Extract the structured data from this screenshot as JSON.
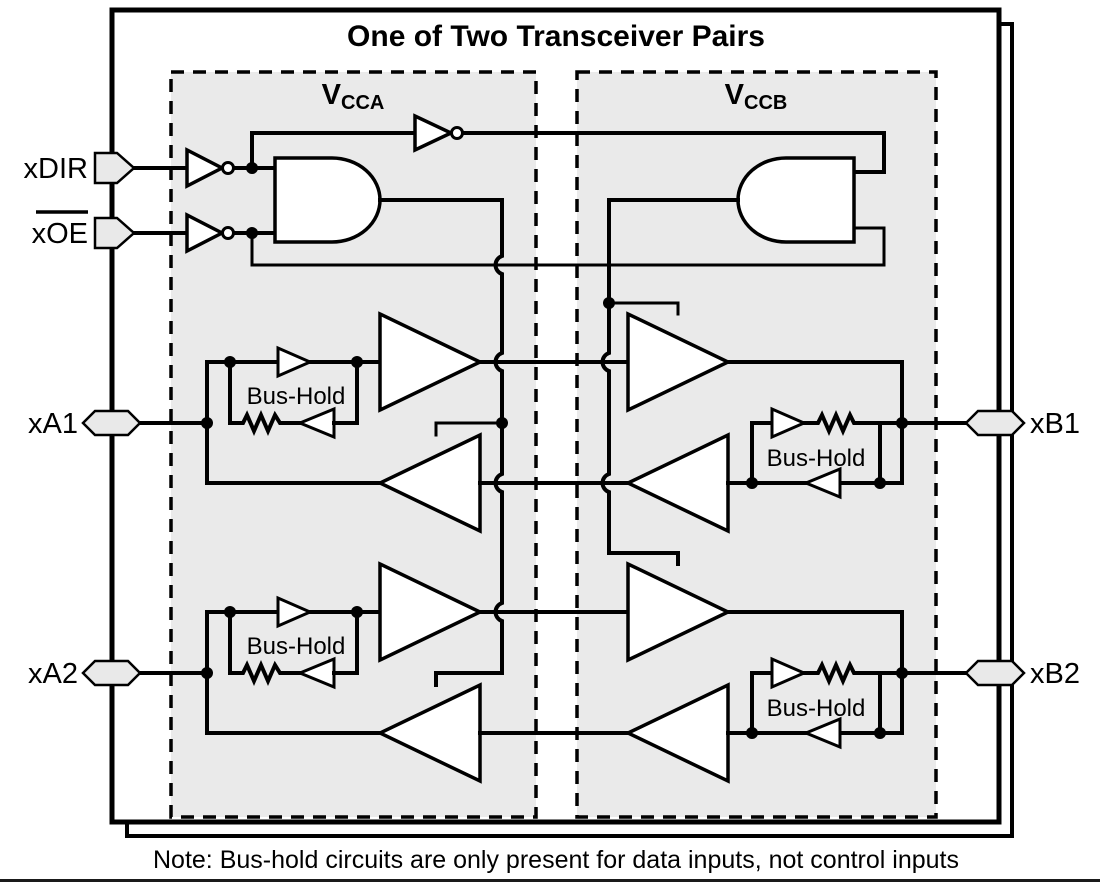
{
  "title": "One of Two Transceiver Pairs",
  "note": "Note: Bus-hold circuits are only present for data inputs, not control inputs",
  "supplies": {
    "vcca": {
      "v": "V",
      "sub": "CCA"
    },
    "vccb": {
      "v": "V",
      "sub": "CCB"
    }
  },
  "pins": {
    "dir": "xDIR",
    "oe_prefix": "x",
    "oe_overlined": "OE",
    "a1": "xA1",
    "a2": "xA2",
    "b1": "xB1",
    "b2": "xB2"
  },
  "labels": {
    "bus_hold": "Bus-Hold"
  },
  "colors": {
    "region_fill": "#eaeaea",
    "pad_fill": "#e9e9e9",
    "line": "#000000"
  }
}
